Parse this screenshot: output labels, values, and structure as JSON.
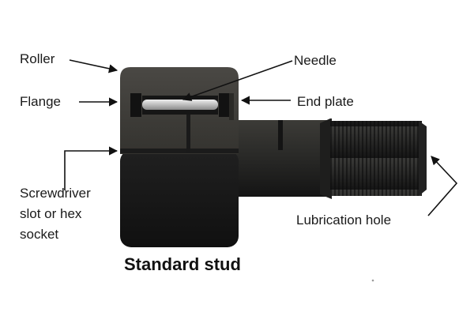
{
  "labels": {
    "roller": "Roller",
    "flange": "Flange",
    "screwdriver": "Screwdriver\nslot or hex\nsocket",
    "needle": "Needle",
    "end_plate": "End plate",
    "lubrication_hole": "Lubrication hole"
  },
  "caption": "Standard stud",
  "colors": {
    "text": "#1a1a1a",
    "body_dark": "#181818",
    "body_mid": "#3a3936",
    "thread": "#2e2e2e",
    "needle": "#c8c8c8",
    "arrow": "#111111"
  }
}
